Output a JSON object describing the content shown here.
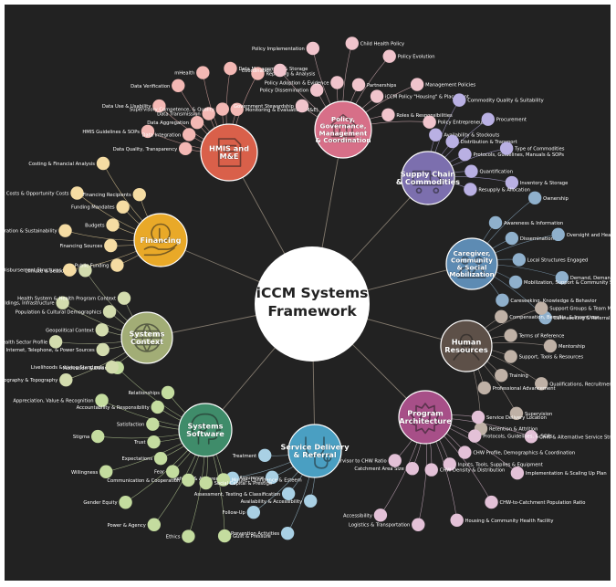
{
  "center": {
    "title_line1": "iCCM Systems",
    "title_line2": "Framework"
  },
  "clusters": [
    {
      "id": "hmis",
      "color": "#d9604a",
      "leaf_color": "#f3b8b4",
      "icon": "document-icon",
      "label": [
        "HMIS and",
        "M&E"
      ],
      "leaves": [
        "Data Quality, Transparency",
        "HMIS Guidelines & SOPs",
        "Data Integration",
        "Data Use & Usability",
        "Data Aggregation",
        "Data Verification",
        "Data Transmission",
        "mHealth",
        "Supervisory Competence, & Quality",
        "Data Management & Storage",
        "Monitoring & Evaluation (M&E)",
        "Reporting & Analysis"
      ]
    },
    {
      "id": "policy",
      "color": "#d76f88",
      "leaf_color": "#f0c4cc",
      "icon": "capitol-building-icon",
      "label": [
        "Policy,",
        "Governance,",
        "Management",
        "& Coordination"
      ],
      "leaves": [
        "Government Stewardship",
        "Coordination",
        "Policy Dissemination",
        "Policy Implementation",
        "Policy Adoption & Evidence",
        "Child Health Policy",
        "Partnerships",
        "Policy Evolution",
        "iCCM Policy \"Housing\" & Placement",
        "Management Policies",
        "Roles & Responsibilities",
        "Policy Entrepreneurs"
      ]
    },
    {
      "id": "supply",
      "color": "#7c6fae",
      "leaf_color": "#b9b0e3",
      "icon": "truck-icon",
      "label": [
        "Supply Chain",
        "& Commodities"
      ],
      "leaves": [
        "Availability & Stockouts",
        "Commodity Quality & Suitability",
        "Distribution & Transport",
        "Procurement",
        "Protocols, Guidelines, Manuals & SOPs",
        "Type of Commodities",
        "Quantification",
        "Inventory & Storage",
        "Resupply & Allocation"
      ]
    },
    {
      "id": "caregiver",
      "color": "#5d8bb3",
      "leaf_color": "#8fb0cc",
      "icon": "community-icon",
      "label": [
        "Caregiver,",
        "Community",
        "& Social",
        "Mobilization"
      ],
      "leaves": [
        "Awareness & Information",
        "Ownership",
        "Dissemination",
        "Oversight and Health Management Committees",
        "Local Structures Engaged",
        "Demand, Demand, buy-in & Acceptability, and Trust",
        "Mobilization, Support & Community Sensitization",
        "Care-seeking & Referral Adherence",
        "Careseeking, Knowledge & Behavior"
      ]
    },
    {
      "id": "hr",
      "color": "#5d5048",
      "leaf_color": "#bfb1a6",
      "icon": "person-icon",
      "label": [
        "Human",
        "Resources"
      ],
      "leaves": [
        "Compensation, Benefits, & Incentives",
        "Support Groups & Team Meetings",
        "Terms of Reference",
        "Mentorship",
        "Support, Tools & Resources",
        "Qualifications, Recruitment, Selection",
        "Training",
        "Supervision",
        "Professional Advancement",
        "Retention & Attrition"
      ]
    },
    {
      "id": "program",
      "color": "#a74f88",
      "leaf_color": "#e3c1d7",
      "icon": "gear-icon",
      "label": [
        "Program",
        "Architecture"
      ],
      "leaves": [
        "Service Delivery Location",
        "CHW & Alternative Service Structures",
        "Protocols, Guidelines, & SOPs",
        "Implementation & Scaling Up Plan",
        "CHW Profile, Demographics & Coordination",
        "CHW-to-Catchment Population Ratio",
        "Inputs, Tools, Supplies & Equipment",
        "Housing & Community Health Facility",
        "CHW Density & Distribution",
        "Logistics & Transportation",
        "Catchment Area Size",
        "Accessibility",
        "Supervisor to CHW Ratio"
      ]
    },
    {
      "id": "service",
      "color": "#4a9fc2",
      "leaf_color": "#a9d0e4",
      "icon": "stethoscope-icon",
      "label": [
        "Service Delivery",
        "& Referral"
      ],
      "leaves": [
        "Availability & Accessibility",
        "Prevention Activities",
        "Assessment, Testing & Classification",
        "Follow-Up",
        "Quality Assurance",
        "Referral & Adherence",
        "Treatment"
      ]
    },
    {
      "id": "software",
      "color": "#3f8c6a",
      "leaf_color": "#c4dc9f",
      "icon": "head-icon",
      "label": [
        "Systems",
        "Software"
      ],
      "leaves": [
        "Morale, Confidence & Esteem",
        "Guilt & Pressure",
        "Social Capital & Prestige",
        "Ethics",
        "Communication & Cooperation",
        "Power & Agency",
        "Fear",
        "Gender Equity",
        "Expectations",
        "Willingness",
        "Trust",
        "Stigma",
        "Satisfaction",
        "Appreciation, Value & Recognition",
        "Accountability & Responsibility",
        "Motivation & Desire",
        "Relationships"
      ]
    },
    {
      "id": "context",
      "color": "#a2ad76",
      "leaf_color": "#d3dcae",
      "icon": "globe-icon",
      "label": [
        "Systems",
        "Context"
      ],
      "leaves": [
        "Livelihoods & Living Standards",
        "Geography & Topography",
        "Internet, Telephone, & Power Sources",
        "Health Sector Profile",
        "Geopolitical Context",
        "Roads, Buildings, Infrastructure",
        "Population & Cultural Demographics",
        "Climate & Seasonality",
        "Health System & Health Program Context"
      ]
    },
    {
      "id": "financing",
      "color": "#e9a928",
      "leaf_color": "#f5dca3",
      "icon": "money-hand-icon",
      "label": [
        "Financing"
      ],
      "leaves": [
        "Public Funding",
        "Financing & Disbursement Structures",
        "Financing Sources",
        "Duration & Sustainability",
        "Budgets",
        "Out-of-Pocket Costs & Opportunity Costs",
        "Funding Mandates",
        "Costing & Financial Analysis",
        "Financing Recipients"
      ]
    }
  ]
}
